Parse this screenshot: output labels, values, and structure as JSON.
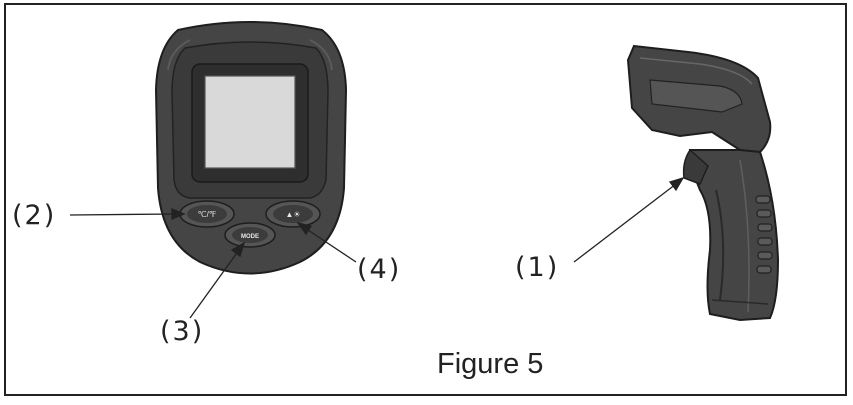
{
  "figure": {
    "caption": "Figure 5",
    "callouts": {
      "c1": "(1)",
      "c2": "(2)",
      "c3": "(3)",
      "c4": "(4)"
    },
    "buttons": {
      "unit": "℃/℉",
      "mode": "MODE",
      "laser": "▲☀"
    },
    "colors": {
      "body": "#3f3f3f",
      "body_dark": "#2a2a2a",
      "screen": "#d9d9d9",
      "line": "#222222"
    }
  }
}
